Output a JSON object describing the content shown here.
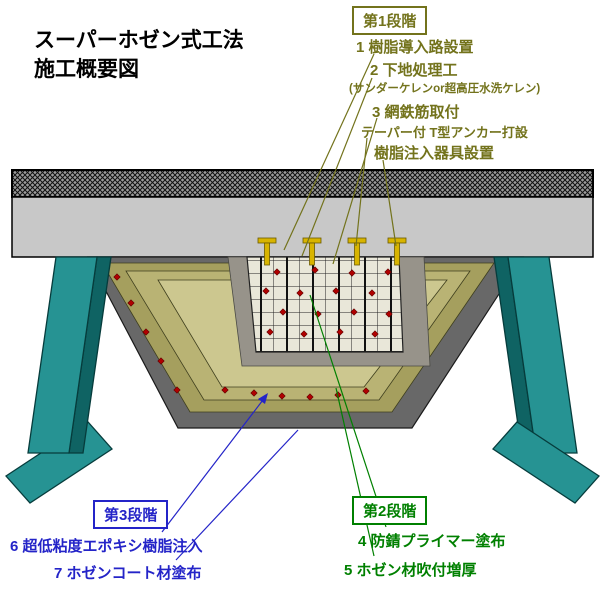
{
  "title": {
    "line1": "スーパーホゼン式工法",
    "line2": "施工概要図"
  },
  "stage1": {
    "label": "第1段階",
    "item1": "1 樹脂導入路設置",
    "item2": "2 下地処理工",
    "item2_note": "(サンダーケレンor超高圧水洗ケレン)",
    "item3": "3 網鉄筋取付",
    "item3_note1": "テーパー付 T型アンカー打設",
    "item3_note2": "樹脂注入器具設置"
  },
  "stage2": {
    "label": "第2段階",
    "item4": "4 防錆プライマー塗布",
    "item5": "5 ホゼン材吹付増厚"
  },
  "stage3": {
    "label": "第3段階",
    "item6": "6 超低粘度エポキシ樹脂注入",
    "item7": "7 ホゼンコート材塗布"
  },
  "colors": {
    "stage1_olive": "#73731c",
    "stage2_green": "#008000",
    "stage3_blue": "#2424c8",
    "slab_gray": "#c8c8c8",
    "excavation_gray": "#686868",
    "hozen_dark": "#a59f5e",
    "hozen_mid": "#b9b374",
    "hozen_light": "#ccc78f",
    "primer_gray": "#97938a",
    "mesh_bg": "#e9e7d9",
    "anchor_yellow": "#d8b400",
    "port_red": "#b00000",
    "support_teal": "#269393",
    "support_teal_dark": "#0f6363"
  }
}
